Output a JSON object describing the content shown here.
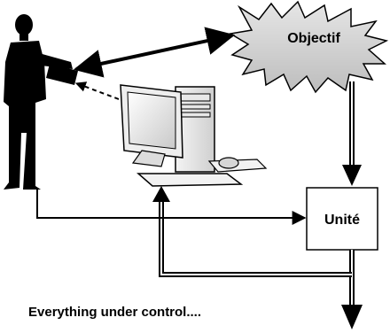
{
  "goal": {
    "label": "Objectif"
  },
  "unit": {
    "label": "Unité"
  },
  "caption": {
    "text": "Everything under control...."
  },
  "icons": {
    "person": "person-with-laptop-icon",
    "computer": "desktop-computer-icon",
    "goal_shape": "starburst-cloud-icon"
  },
  "colors": {
    "ink": "#000000",
    "starburst_fill": "#cfcfcf",
    "box_fill": "#ffffff"
  }
}
